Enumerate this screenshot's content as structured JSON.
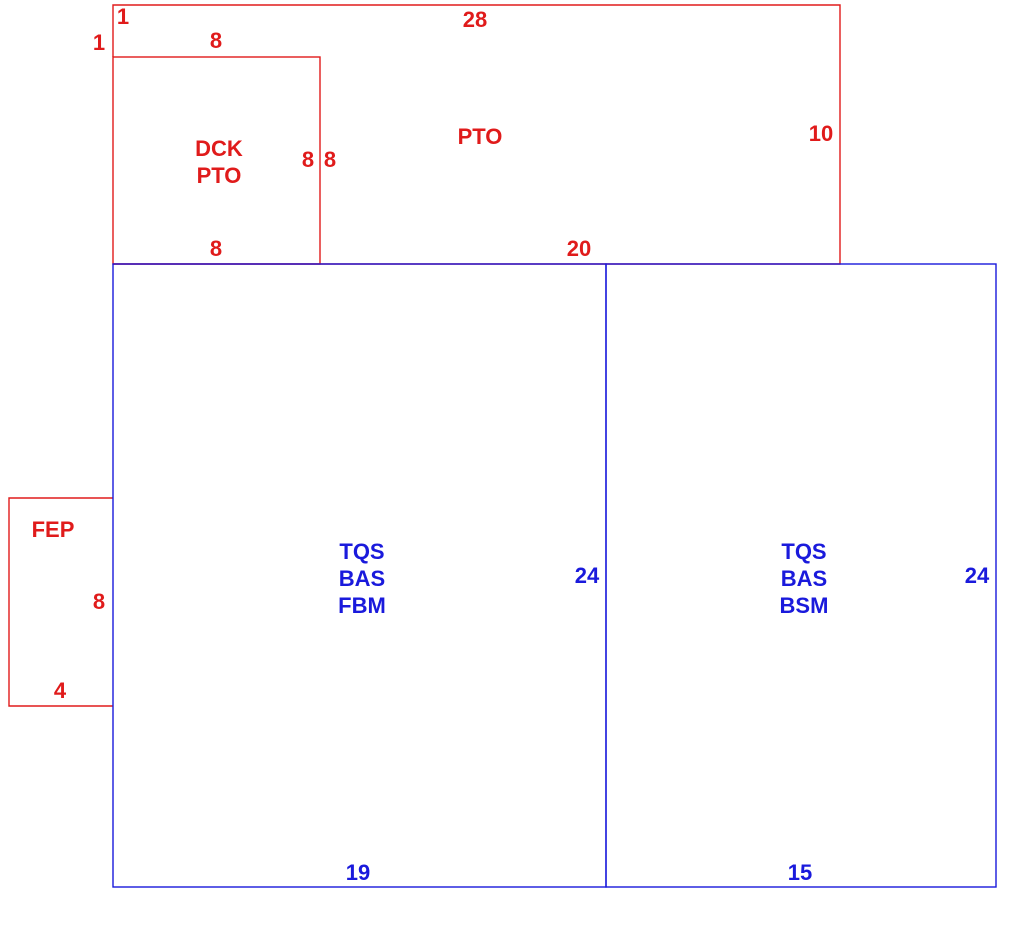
{
  "colors": {
    "porch": "#e01b1b",
    "living": "#1a1adc"
  },
  "areas": {
    "pto": {
      "codes": [
        "PTO"
      ],
      "dims": {
        "top": "28",
        "right": "10",
        "bottom": "20",
        "left": "8",
        "top_offset": "1",
        "left_offset": "1"
      }
    },
    "dck_pto": {
      "codes": [
        "DCK",
        "PTO"
      ],
      "dims": {
        "top": "8",
        "right": "8",
        "bottom": "8"
      }
    },
    "fep": {
      "codes": [
        "FEP"
      ],
      "dims": {
        "right": "8",
        "bottom": "4"
      }
    },
    "fbm": {
      "codes": [
        "TQS",
        "BAS",
        "FBM"
      ],
      "dims": {
        "right": "24",
        "bottom": "19"
      }
    },
    "bsm": {
      "codes": [
        "TQS",
        "BAS",
        "BSM"
      ],
      "dims": {
        "right": "24",
        "bottom": "15"
      }
    }
  }
}
